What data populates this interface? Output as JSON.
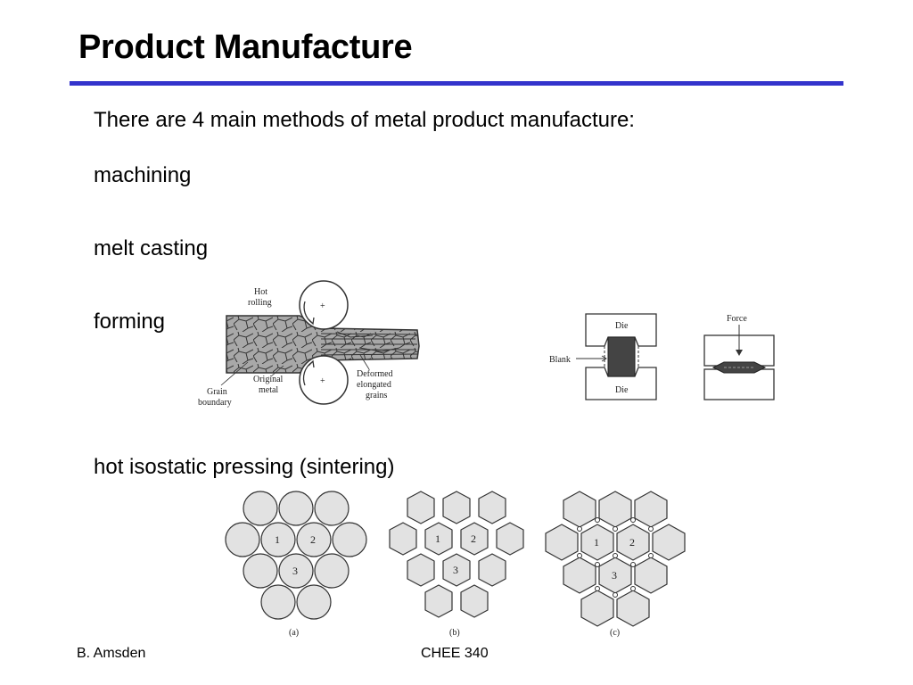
{
  "slide": {
    "title": "Product Manufacture",
    "accent_color": "#3333cc",
    "intro": "There are 4 main methods of metal product manufacture:",
    "methods": [
      "machining",
      "melt casting",
      "forming",
      "hot isostatic pressing (sintering)"
    ]
  },
  "figures": {
    "rolling": {
      "hot_rolling": [
        "Hot",
        "rolling"
      ],
      "grain_boundary": [
        "Grain",
        "boundary"
      ],
      "original_metal": [
        "Original",
        "metal"
      ],
      "deformed_grains": [
        "Deformed",
        "elongated",
        "grains"
      ],
      "roller_symbol": "+"
    },
    "forging": {
      "die_top": "Die",
      "die_bottom": "Die",
      "blank": "Blank",
      "force": "Force"
    },
    "sintering": {
      "particle_numbers": [
        "1",
        "2",
        "3"
      ],
      "panel_labels": [
        "(a)",
        "(b)",
        "(c)"
      ]
    }
  },
  "footer": {
    "author": "B. Amsden",
    "course": "CHEE 340"
  }
}
